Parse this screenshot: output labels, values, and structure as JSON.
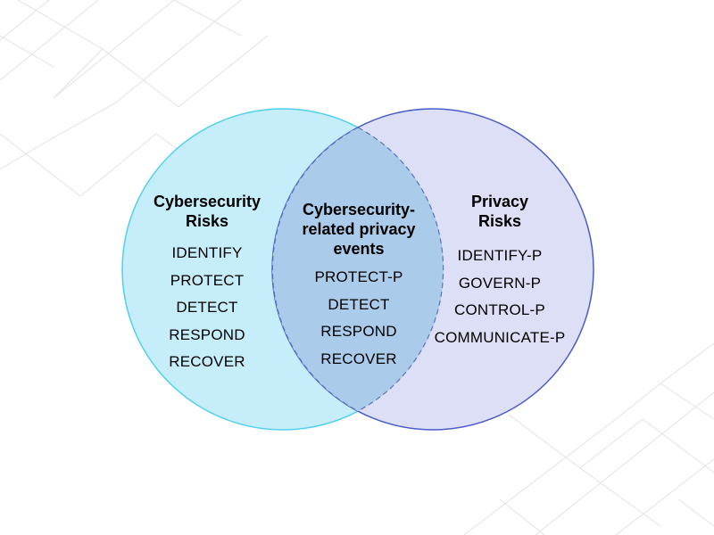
{
  "colors": {
    "left_circle_fill": "#c6eefa",
    "left_circle_stroke": "#4fd0ee",
    "right_circle_fill": "#dcdff5",
    "right_circle_stroke": "#4a5cc7",
    "overlap_fill": "#aacbea",
    "overlap_stroke": "#5b73b8",
    "background_lines": "#e2e2e2"
  },
  "left": {
    "title_line1": "Cybersecurity",
    "title_line2": "Risks",
    "items": [
      "IDENTIFY",
      "PROTECT",
      "DETECT",
      "RESPOND",
      "RECOVER"
    ]
  },
  "middle": {
    "title_line1": "Cybersecurity-",
    "title_line2": "related privacy",
    "title_line3": "events",
    "items": [
      "PROTECT-P",
      "DETECT",
      "RESPOND",
      "RECOVER"
    ]
  },
  "right": {
    "title_line1": "Privacy",
    "title_line2": "Risks",
    "items": [
      "IDENTIFY-P",
      "GOVERN-P",
      "CONTROL-P",
      "COMMUNICATE-P"
    ]
  }
}
